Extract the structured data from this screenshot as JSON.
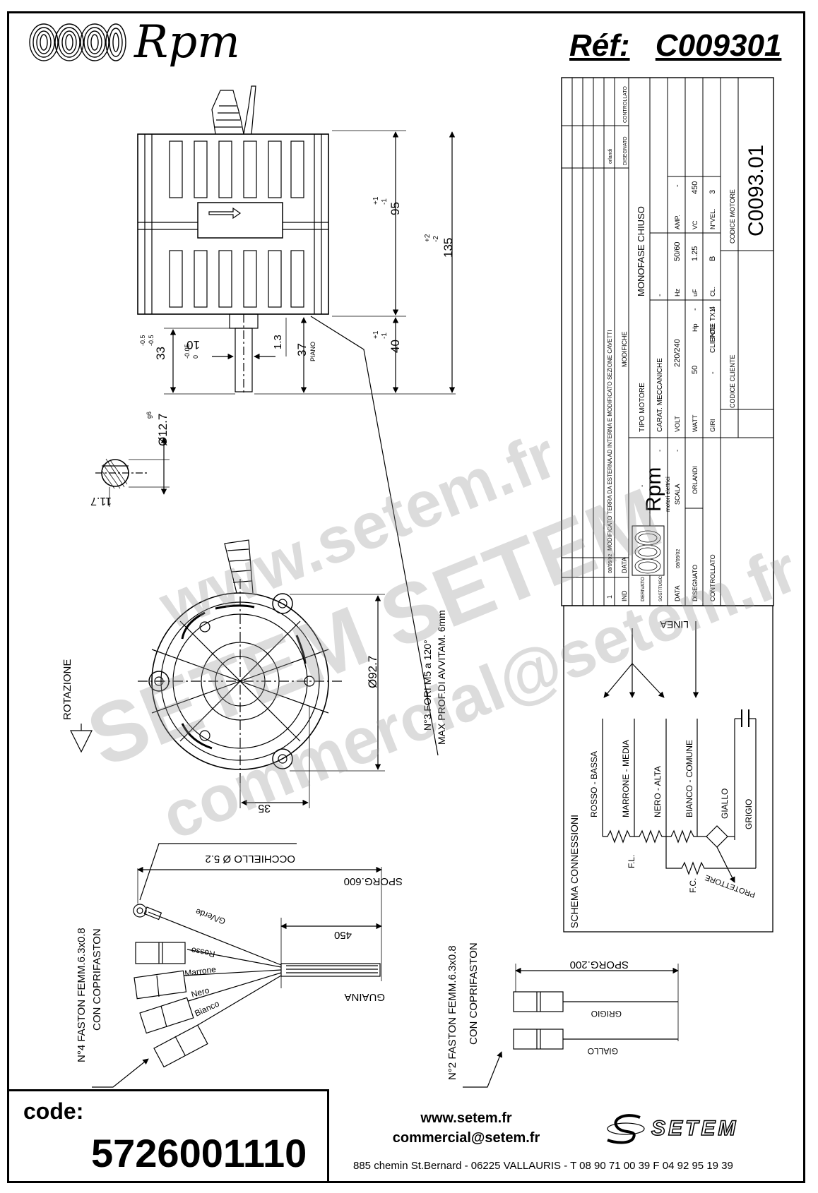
{
  "header": {
    "brand": "Rpm",
    "ref_label": "Réf:",
    "ref_code": "C009301"
  },
  "dimensions": {
    "d95": "95",
    "d95_tol_top": "+1",
    "d95_tol_bot": "-1",
    "d135": "135",
    "d135_tol_top": "+2",
    "d135_tol_bot": "-2",
    "d40": "40",
    "d40_tol_top": "+1",
    "d40_tol_bot": "-1",
    "d37": "37",
    "piano": "PIANO",
    "d33": "33",
    "d33_tol_top": "-0.5",
    "d33_tol_bot": "-0.5",
    "d10": "10",
    "d10_tol_top": "-0.05",
    "d10_tol_bot": "0",
    "d1_3": "1.3",
    "d_shaft": "Ø12.7",
    "d_shaft_tol": "g6",
    "d11_7": "11.7",
    "d92_7": "Ø92.7",
    "d35": "35",
    "holes_1": "N°3 FORI M5 a 120°",
    "holes_2": "MAX PROF.DI AVVITAM. 6mm",
    "rotazione": "ROTAZIONE"
  },
  "cables": {
    "occhiello": "OCCHIELLO Ø 5.2",
    "sporg600": "SPORG.600",
    "d450": "450",
    "guaina": "GUAINA",
    "gverde": "G/Verde",
    "rosso": "Rosso",
    "marrone": "Marrone",
    "nero": "Nero",
    "bianco": "Bianco",
    "faston4_1": "N°4 FASTON FEMM.6.3x0.8",
    "faston4_2": "CON COPRIFASTON",
    "faston2_1": "N°2 FASTON FEMM.6.3x0.8",
    "faston2_2": "CON COPRIFASTON",
    "sporg200": "SPORG.200",
    "grigio": "GRIGIO",
    "giallo": "GIALLO"
  },
  "schema": {
    "title": "SCHEMA CONNESSIONI",
    "linea": "LINEA",
    "rosso_bassa": "ROSSO - BASSA",
    "marrone_media": "MARRONE - MEDIA",
    "nero_alta": "NERO - ALTA",
    "bianco_comune": "BIANCO - COMUNE",
    "giallo": "GIALLO",
    "grigio": "GRIGIO",
    "fl": "F.L.",
    "fc": "F.C.",
    "protettore": "PROTETTORE"
  },
  "title_block": {
    "ind": "IND",
    "data": "DATA",
    "modifiche": "MODIFICHE",
    "disegnato": "DISEGNATO",
    "controllato": "CONTROLLATO",
    "rev_num": "1",
    "rev_date": "08/05/02",
    "rev_text": "MODIFICATO TERRA DA ESTERNA AD INTERNA E MODIFICATO SEZIONE CAVETTI",
    "rev_sign": "orlandi",
    "logo_text": "Rpm",
    "logo_sub": "motori elettrici",
    "tipo_motore": "TIPO MOTORE",
    "tipo_val": "MONOFASE CHIUSO",
    "carat": "CARAT. MECCANICHE",
    "carat_val": "-",
    "volt": "VOLT",
    "volt_val": "220/240",
    "hz": "Hz",
    "hz_val": "50/60",
    "amp": "AMP.",
    "amp_val": "-",
    "watt": "WATT",
    "watt_val": "50",
    "hp": "Hp",
    "hp_val": "-",
    "uf": "uF",
    "uf_val": "1.25",
    "vc": "VC",
    "vc_val": "450",
    "giri": "GIRI",
    "giri_val": "-",
    "poli": "POLI",
    "poli_val": "4",
    "cl": "CL.",
    "cl_val": "B",
    "nvel": "N°VEL.",
    "nvel_val": "3",
    "derivato": "DERIVATO DA:",
    "derivato_val": "-",
    "sostituisce": "SOSTITUISCE PARI NUMERO DEL",
    "sostituisce_val": "-",
    "data_lbl": "DATA",
    "data_val": "08/05/02",
    "scala": "SCALA",
    "scala_val": "-",
    "disegnato_lbl": "DISEGNATO",
    "disegnato_val": "ORLANDI",
    "controllato_lbl": "CONTROLLATO",
    "cliente": "CLIENTE TX1",
    "codice_cliente": "CODICE CLIENTE",
    "codice_motore": "CODICE MOTORE",
    "codice_motore_val": "C0093.01"
  },
  "footer": {
    "code_label": "code:",
    "code_value": "5726001110",
    "website": "www.setem.fr",
    "email": "commercial@setem.fr",
    "address": "885 chemin St.Bernard  -  06225 VALLAURIS  -  T 08 90 71 00 39   F 04 92 95 19 39",
    "setem": "SETEM"
  },
  "watermark": {
    "w1": "www.setem.fr",
    "w2": "SETEM SETEM",
    "w3": "commercial@setem.fr"
  }
}
